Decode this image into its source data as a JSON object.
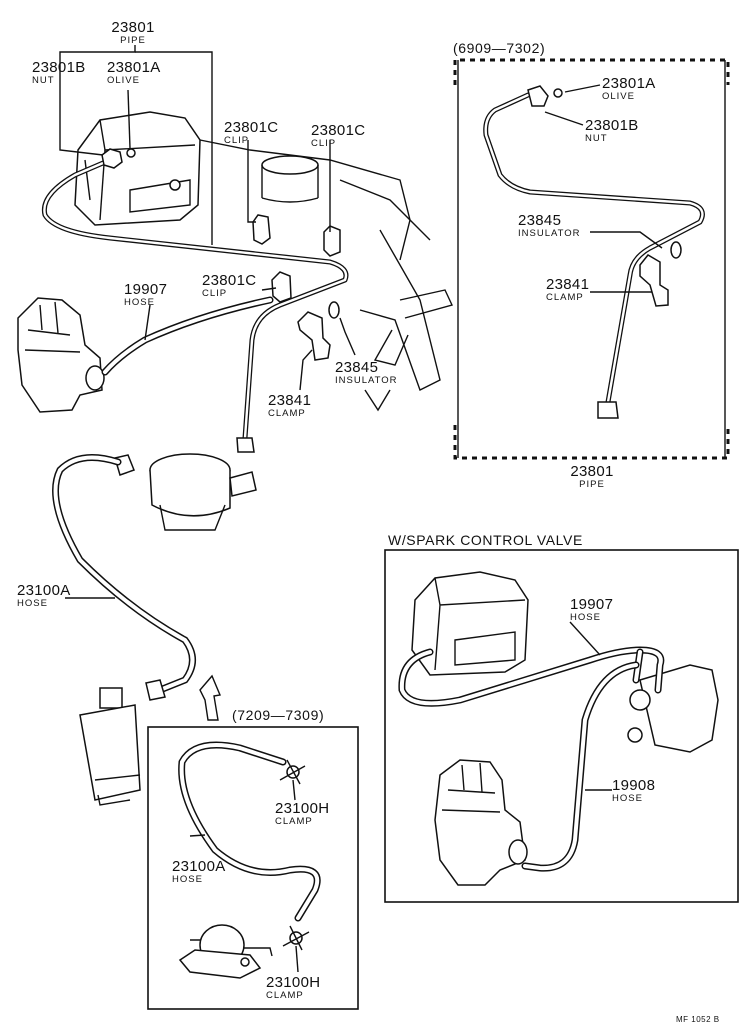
{
  "main": {
    "pipe": {
      "num": "23801",
      "cap": "PIPE"
    },
    "nut": {
      "num": "23801B",
      "cap": "NUT"
    },
    "olive": {
      "num": "23801A",
      "cap": "OLIVE"
    },
    "clip1": {
      "num": "23801C",
      "cap": "CLIP"
    },
    "clip2": {
      "num": "23801C",
      "cap": "CLIP"
    },
    "clip3": {
      "num": "23801C",
      "cap": "CLIP"
    },
    "hose": {
      "num": "19907",
      "cap": "HOSE"
    },
    "insulator": {
      "num": "23845",
      "cap": "INSULATOR"
    },
    "clamp": {
      "num": "23841",
      "cap": "CLAMP"
    },
    "fuel_hose": {
      "num": "23100A",
      "cap": "HOSE"
    }
  },
  "inset_pipe": {
    "range": "(6909—7302)",
    "olive": {
      "num": "23801A",
      "cap": "OLIVE"
    },
    "nut": {
      "num": "23801B",
      "cap": "NUT"
    },
    "insulator": {
      "num": "23845",
      "cap": "INSULATOR"
    },
    "clamp": {
      "num": "23841",
      "cap": "CLAMP"
    },
    "pipe": {
      "num": "23801",
      "cap": "PIPE"
    }
  },
  "inset_spark": {
    "title": "W/SPARK  CONTROL  VALVE",
    "hose1": {
      "num": "19907",
      "cap": "HOSE"
    },
    "hose2": {
      "num": "19908",
      "cap": "HOSE"
    }
  },
  "inset_fuel": {
    "range": "(7209—7309)",
    "clamp1": {
      "num": "23100H",
      "cap": "CLAMP"
    },
    "hose": {
      "num": "23100A",
      "cap": "HOSE"
    },
    "clamp2": {
      "num": "23100H",
      "cap": "CLAMP"
    }
  },
  "footer": {
    "code": "MF  1052 B"
  }
}
